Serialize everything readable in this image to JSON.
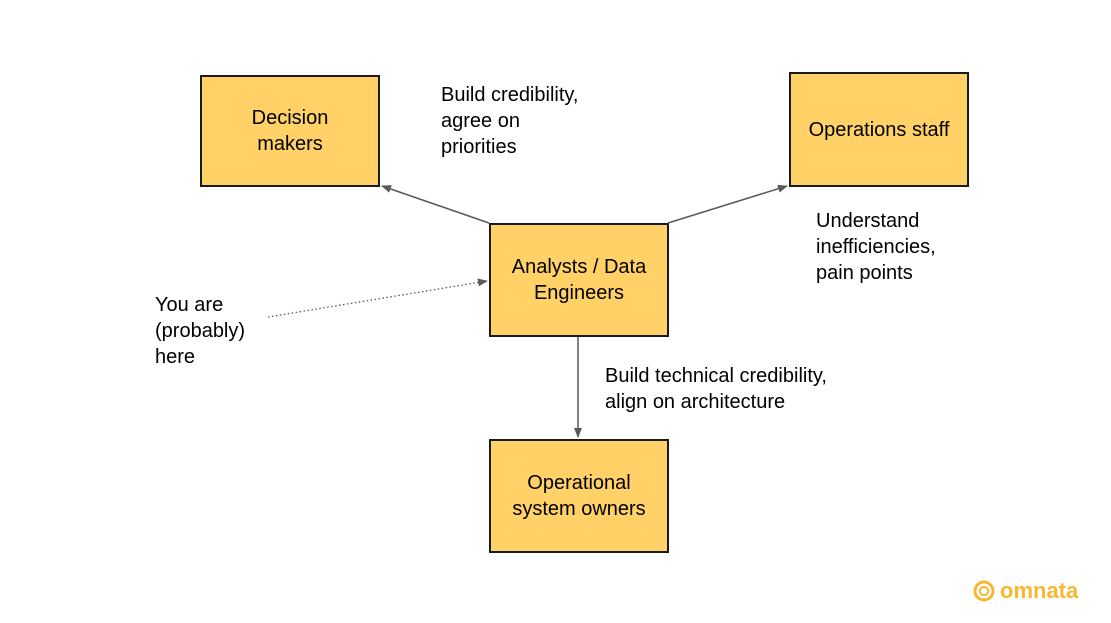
{
  "colors": {
    "box_fill": "#FFD166",
    "box_border": "#1a1a1a",
    "arrow": "#595959",
    "logo": "#F5B82E"
  },
  "boxes": {
    "decision_makers": "Decision\nmakers",
    "operations_staff": "Operations staff",
    "analysts": "Analysts / Data\nEngineers",
    "system_owners": "Operational\nsystem owners"
  },
  "annotations": {
    "decision_makers": "Build credibility,\nagree on\npriorities",
    "operations_staff": "Understand\ninefficiencies,\npain points",
    "you_are_here": "You are\n(probably)\nhere",
    "system_owners": "Build technical credibility,\nalign on architecture"
  },
  "logo": {
    "text": "omnata",
    "icon": "omnata-ring-icon"
  }
}
